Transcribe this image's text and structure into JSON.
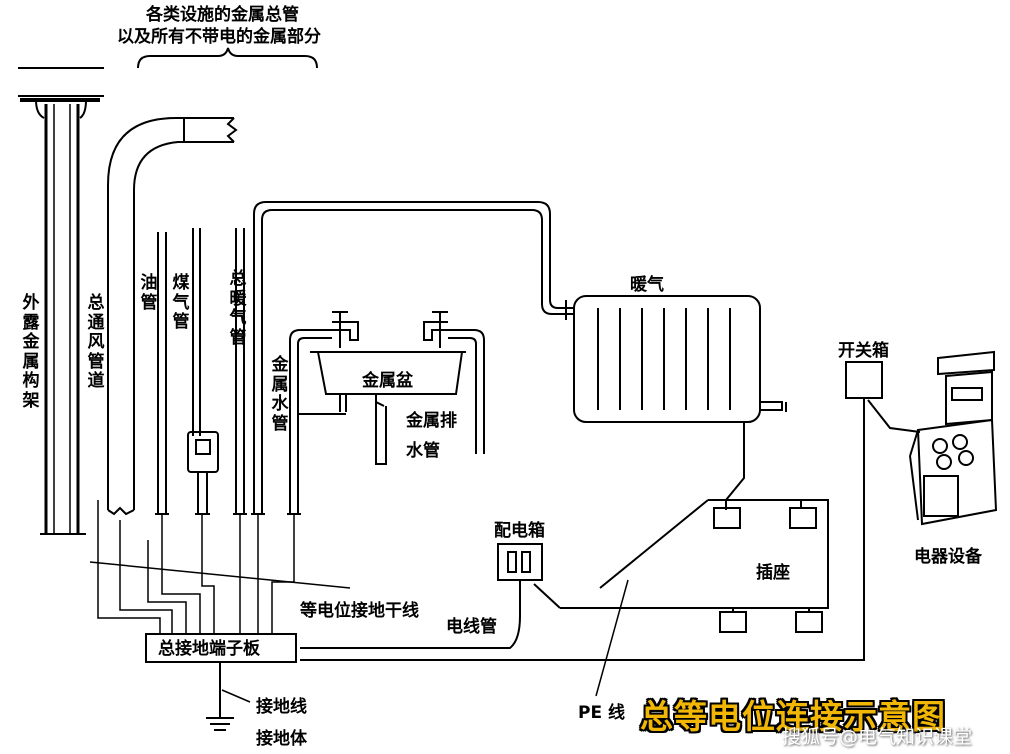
{
  "diagram": {
    "top_note_line1": "各类设施的金属总管",
    "top_note_line2": "以及所有不带电的金属部分",
    "labels": {
      "exposed_metal_frame": "外露金属构架",
      "main_vent_duct": "总通风管道",
      "oil_pipe": "油管",
      "gas_pipe": "煤气管",
      "main_heating_pipe": "总暖气管",
      "metal_water_pipe": "金属水管",
      "metal_basin": "金属盆",
      "metal_drain_pipe_1": "金属排",
      "metal_drain_pipe_2": "水管",
      "heating": "暖气",
      "switch_box": "开关箱",
      "appliance": "电器设备",
      "distribution_box": "配电箱",
      "socket": "插座",
      "equipotential_trunk": "等电位接地干线",
      "conduit": "电线管",
      "main_terminal_board": "总接地端子板",
      "ground_wire": "接地线",
      "ground_body": "接地体",
      "pe_line": "PE 线"
    },
    "banner_title": "总等电位连接示意图",
    "watermark": "搜狐号@电气知识课堂"
  }
}
